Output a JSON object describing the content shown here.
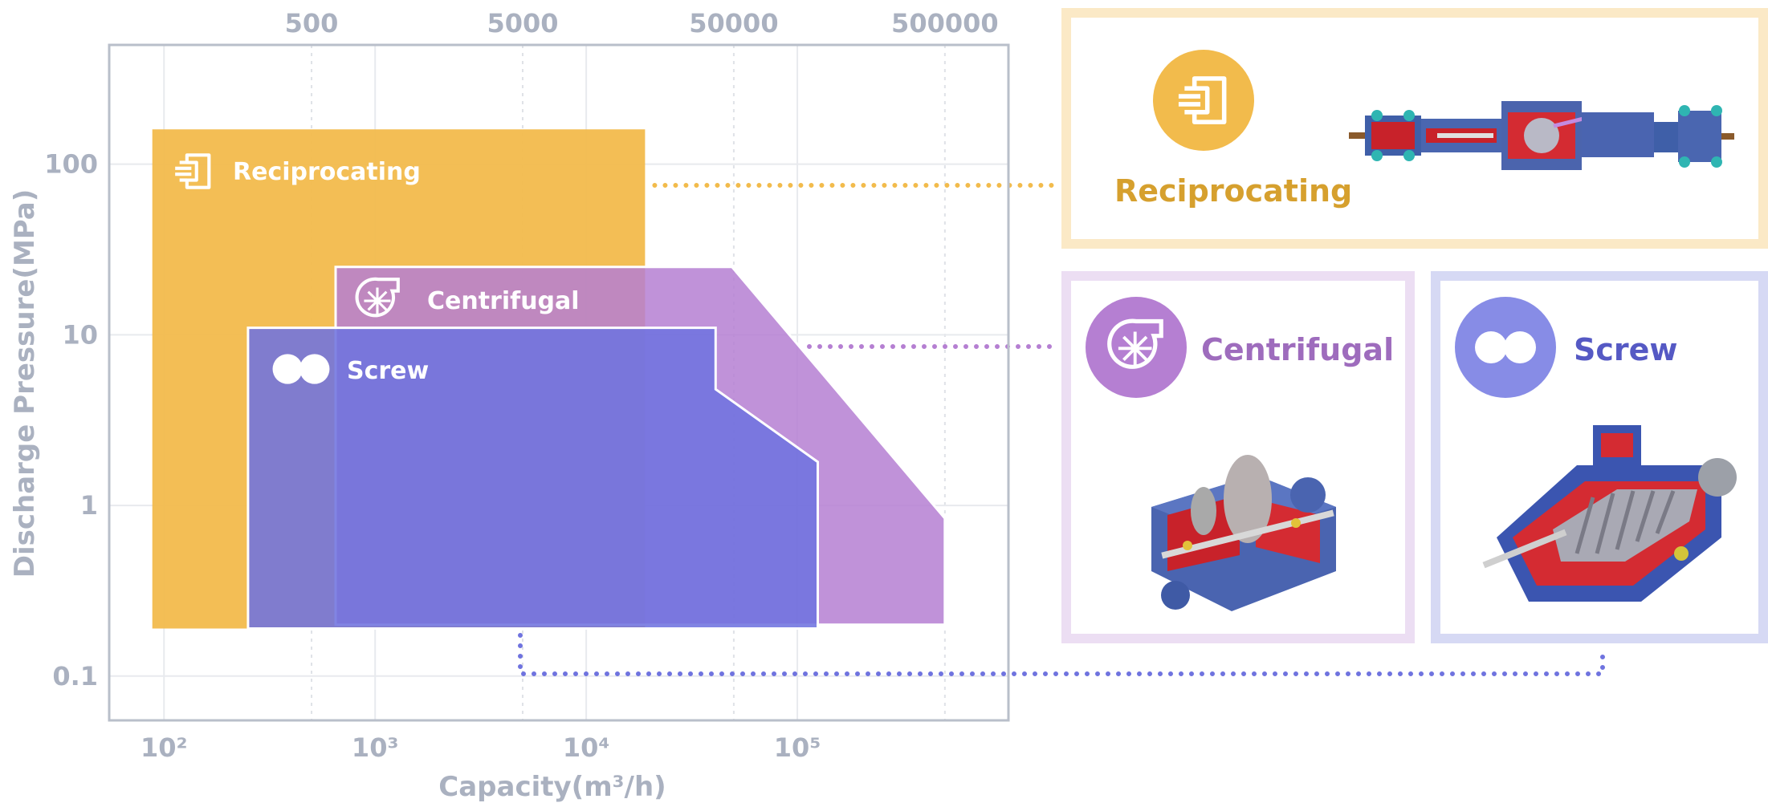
{
  "chart_data": {
    "type": "area",
    "xlabel": "Capacity(m³/h)",
    "ylabel": "Discharge Pressure(MPa)",
    "x_scale": "log",
    "y_scale": "log",
    "xlim": [
      55,
      1000000
    ],
    "ylim": [
      0.055,
      500
    ],
    "x_ticks_bottom": [
      {
        "value": 100,
        "label": "10²"
      },
      {
        "value": 1000,
        "label": "10³"
      },
      {
        "value": 10000,
        "label": "10⁴"
      },
      {
        "value": 100000,
        "label": "10⁵"
      }
    ],
    "x_ticks_top": [
      {
        "value": 500,
        "label": "500"
      },
      {
        "value": 5000,
        "label": "5000"
      },
      {
        "value": 50000,
        "label": "50000"
      },
      {
        "value": 500000,
        "label": "500000"
      }
    ],
    "y_ticks": [
      {
        "value": 0.1,
        "label": "0.1"
      },
      {
        "value": 1,
        "label": "1"
      },
      {
        "value": 10,
        "label": "10"
      },
      {
        "value": 100,
        "label": "100"
      }
    ],
    "grid": true,
    "series": [
      {
        "name": "Reciprocating",
        "color": "#f2bb4c",
        "polygon": [
          [
            88,
            0.19
          ],
          [
            19000,
            0.19
          ],
          [
            19000,
            160
          ],
          [
            88,
            160
          ]
        ]
      },
      {
        "name": "Centrifugal",
        "color": "#b57fd2",
        "polygon": [
          [
            650,
            0.2
          ],
          [
            500000,
            0.2
          ],
          [
            500000,
            0.84
          ],
          [
            49000,
            25
          ],
          [
            650,
            25
          ]
        ]
      },
      {
        "name": "Screw",
        "color": "#6f73df",
        "polygon": [
          [
            250,
            0.19
          ],
          [
            125000,
            0.19
          ],
          [
            125000,
            1.8
          ],
          [
            41000,
            4.8
          ],
          [
            41000,
            11
          ],
          [
            250,
            11
          ]
        ]
      }
    ]
  },
  "cards": [
    {
      "key": "reciprocating",
      "label": "Reciprocating",
      "color": "#d6a02e",
      "border": "#fbe9c6",
      "icon": "reciprocating-compressor-icon"
    },
    {
      "key": "centrifugal",
      "label": "Centrifugal",
      "color": "#9e6cbd",
      "border": "#ecdef3",
      "icon": "centrifugal-compressor-icon"
    },
    {
      "key": "screw",
      "label": "Screw",
      "color": "#5559c4",
      "border": "#d6d9f4",
      "icon": "screw-compressor-icon"
    }
  ]
}
